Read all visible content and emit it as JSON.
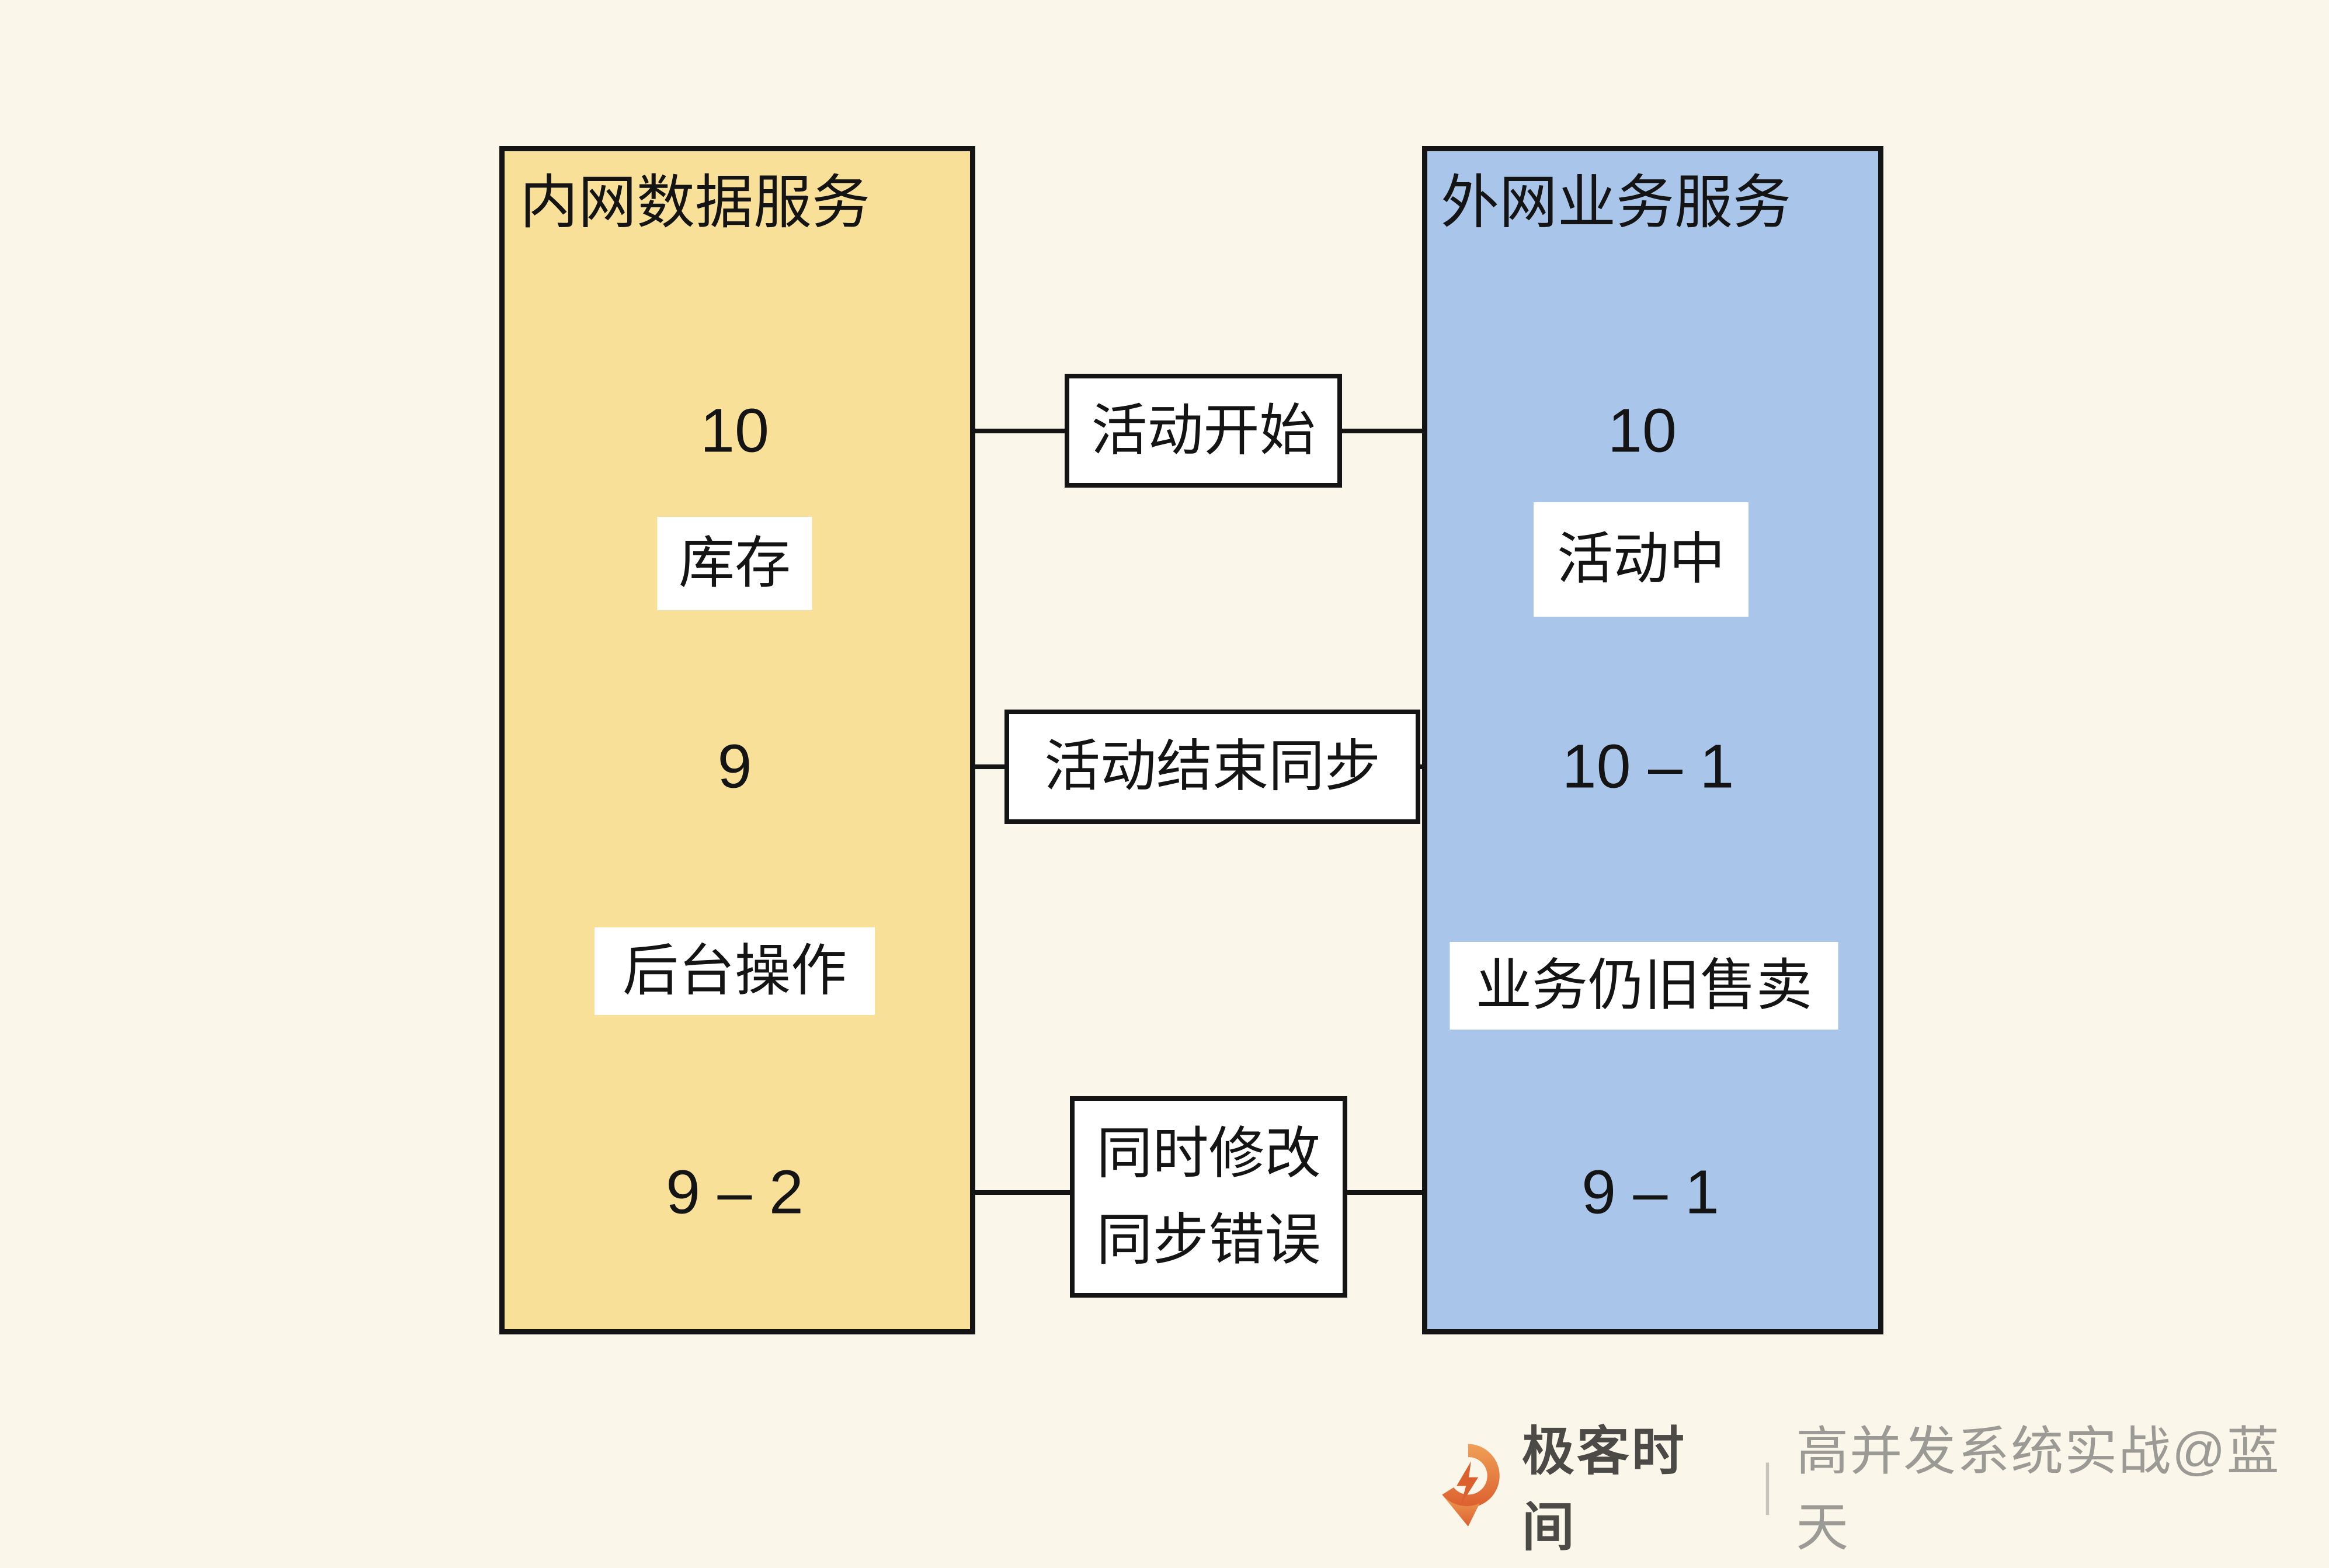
{
  "diagram": {
    "background": "#FAF7EA",
    "panels": {
      "internal": {
        "title": "内网数据服务",
        "fill": "#F8E099",
        "values": {
          "start": "10",
          "after_sync": "9",
          "final": "9 – 2"
        },
        "labels": {
          "inventory": "库存",
          "backend_op": "后台操作"
        }
      },
      "external": {
        "title": "外网业务服务",
        "fill": "#A9C6EA",
        "values": {
          "start": "10",
          "during": "10 – 1",
          "final": "9 – 1"
        },
        "labels": {
          "in_activity": "活动中",
          "still_selling": "业务仍旧售卖"
        }
      }
    },
    "edges": {
      "activity_start": "活动开始",
      "activity_end_sync": "活动结束同步",
      "concurrent_modify": "同时修改",
      "sync_error": "同步错误"
    },
    "line_color": "#141414"
  },
  "footer": {
    "brand": "极客时间",
    "separator": "|",
    "credit": "高并发系统实战@蓝天",
    "colors": {
      "brand": "#4C4A46",
      "separator": "#C8C4BC",
      "credit": "#9C9A94",
      "logo": "#E06A38"
    }
  }
}
